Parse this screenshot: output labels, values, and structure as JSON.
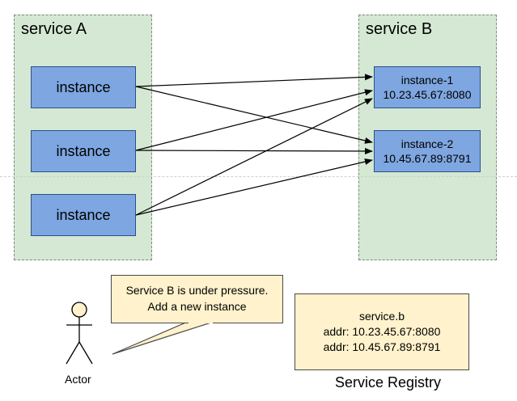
{
  "service_a": {
    "title": "service A",
    "instances": [
      "instance",
      "instance",
      "instance"
    ]
  },
  "service_b": {
    "title": "service B",
    "instances": [
      {
        "name": "instance-1",
        "addr": "10.23.45.67:8080"
      },
      {
        "name": "instance-2",
        "addr": "10.45.67.89:8791"
      }
    ]
  },
  "actor": {
    "label": "Actor",
    "callout_line1": "Service B is under pressure.",
    "callout_line2": "Add a new instance"
  },
  "registry": {
    "service_name": "service.b",
    "addr1": "addr: 10.23.45.67:8080",
    "addr2": "addr: 10.45.67.89:8791",
    "caption": "Service Registry"
  },
  "colors": {
    "service_fill": "#d5e8d4",
    "instance_fill": "#7ea6e0",
    "note_fill": "#fff2cc",
    "actor_head": "#fff2cc"
  }
}
